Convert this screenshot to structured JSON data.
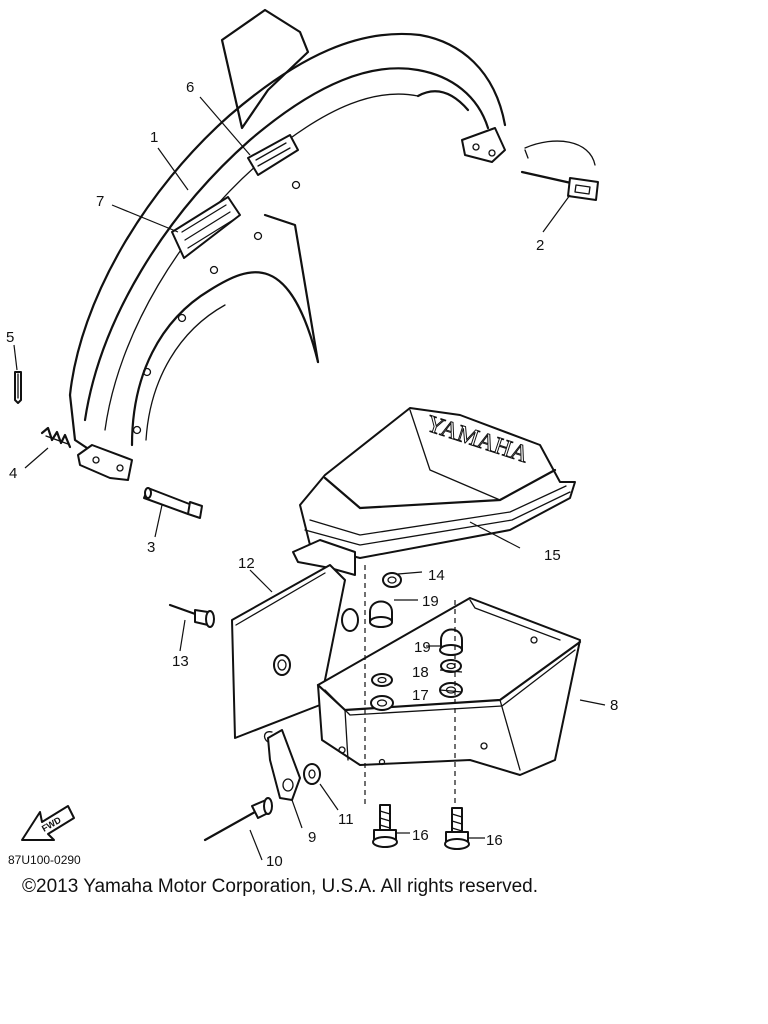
{
  "diagram": {
    "callouts": [
      {
        "id": "1",
        "label": "1"
      },
      {
        "id": "2",
        "label": "2"
      },
      {
        "id": "3",
        "label": "3"
      },
      {
        "id": "4",
        "label": "4"
      },
      {
        "id": "5",
        "label": "5"
      },
      {
        "id": "6",
        "label": "6"
      },
      {
        "id": "7",
        "label": "7"
      },
      {
        "id": "8",
        "label": "8"
      },
      {
        "id": "9",
        "label": "9"
      },
      {
        "id": "10",
        "label": "10"
      },
      {
        "id": "11",
        "label": "11"
      },
      {
        "id": "12",
        "label": "12"
      },
      {
        "id": "13",
        "label": "13"
      },
      {
        "id": "14",
        "label": "14"
      },
      {
        "id": "15",
        "label": "15"
      },
      {
        "id": "16a",
        "label": "16"
      },
      {
        "id": "16b",
        "label": "16"
      },
      {
        "id": "17",
        "label": "17"
      },
      {
        "id": "18",
        "label": "18"
      },
      {
        "id": "19a",
        "label": "19"
      },
      {
        "id": "19b",
        "label": "19"
      }
    ],
    "cover_brand": "YAMAHA",
    "fwd_label": "FWD",
    "diagram_code": "87U100-0290"
  },
  "footer": {
    "copyright": "©2013 Yamaha Motor Corporation, U.S.A. All rights reserved."
  }
}
